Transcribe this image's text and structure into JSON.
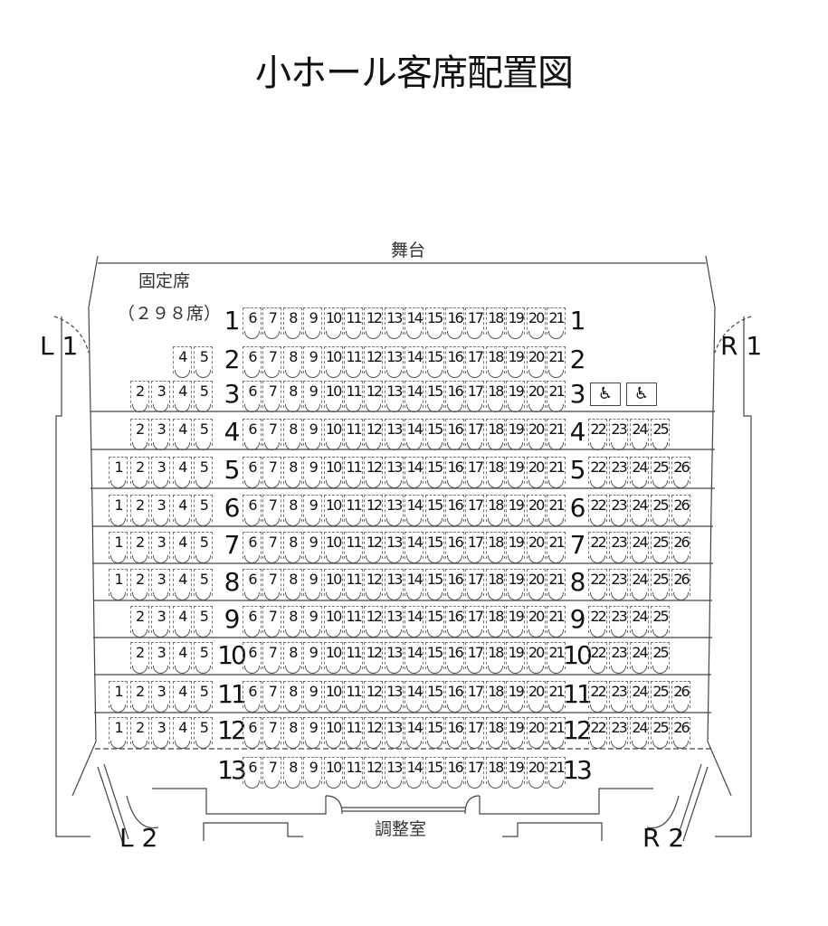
{
  "title": "小ホール客席配置図",
  "stage_label": "舞台",
  "fixed_seats_label": "固定席",
  "seat_count_label": "（２９８席）",
  "control_room_label": "調整室",
  "doors": {
    "L1": "L 1",
    "R1": "R 1",
    "L2": "L 2",
    "R2": "R 2"
  },
  "wheelchair_icon": "wheelchair-icon",
  "wheelchair_glyph": "♿",
  "rows": [
    {
      "label": "1",
      "left": [],
      "center": [
        6,
        21
      ],
      "right": []
    },
    {
      "label": "2",
      "left": [
        4,
        5
      ],
      "center": [
        6,
        21
      ],
      "right": []
    },
    {
      "label": "3",
      "left": [
        2,
        5
      ],
      "center": [
        6,
        21
      ],
      "right": [],
      "wheelchair": 2
    },
    {
      "label": "4",
      "left": [
        2,
        5
      ],
      "center": [
        6,
        21
      ],
      "right": [
        22,
        25
      ]
    },
    {
      "label": "5",
      "left": [
        1,
        5
      ],
      "center": [
        6,
        21
      ],
      "right": [
        22,
        26
      ]
    },
    {
      "label": "6",
      "left": [
        1,
        5
      ],
      "center": [
        6,
        21
      ],
      "right": [
        22,
        26
      ]
    },
    {
      "label": "7",
      "left": [
        1,
        5
      ],
      "center": [
        6,
        21
      ],
      "right": [
        22,
        26
      ]
    },
    {
      "label": "8",
      "left": [
        1,
        5
      ],
      "center": [
        6,
        21
      ],
      "right": [
        22,
        26
      ]
    },
    {
      "label": "9",
      "left": [
        2,
        5
      ],
      "center": [
        6,
        21
      ],
      "right": [
        22,
        25
      ]
    },
    {
      "label": "10",
      "left": [
        2,
        5
      ],
      "center": [
        6,
        21
      ],
      "right": [
        22,
        25
      ]
    },
    {
      "label": "11",
      "left": [
        1,
        5
      ],
      "center": [
        6,
        21
      ],
      "right": [
        22,
        26
      ]
    },
    {
      "label": "12",
      "left": [
        1,
        5
      ],
      "center": [
        6,
        21
      ],
      "right": [
        22,
        26
      ]
    },
    {
      "label": "13",
      "left": [],
      "center": [
        6,
        21
      ],
      "right": []
    }
  ]
}
